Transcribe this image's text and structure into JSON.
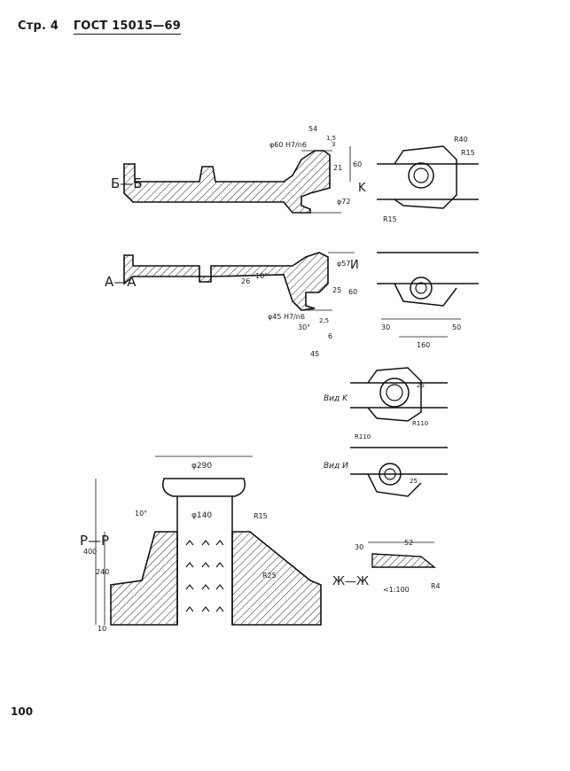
{
  "header": {
    "page_label": "Стр. 4",
    "standard": "ГОСТ 15015—69"
  },
  "page_number": "100",
  "drawing": {
    "section_bb": {
      "title": "Б—Б",
      "dims": [
        "54",
        "φ60 H7/n6",
        "1,5",
        "3",
        "21",
        "60",
        "K",
        "φ72"
      ]
    },
    "section_aa": {
      "title": "А—А",
      "dims": [
        "φ57",
        "И",
        "26",
        "10°",
        "25",
        "60",
        "φ45 H7/n6",
        "30°",
        "2,5",
        "6",
        "45"
      ]
    },
    "plan_top": {
      "dims": [
        "R40",
        "R15",
        "R15"
      ]
    },
    "plan_mid": {
      "dims": [
        "30",
        "50",
        "160"
      ]
    },
    "view_k": {
      "title": "Вид K",
      "dims": [
        "R110",
        "25"
      ]
    },
    "view_i": {
      "title": "Вид И",
      "dims": [
        "R110",
        "25"
      ]
    },
    "section_pp": {
      "title": "P—P",
      "dims": [
        "φ290",
        "φ140",
        "10°",
        "R15",
        "R25",
        "400",
        "240",
        "10"
      ]
    },
    "section_zh": {
      "title": "Ж—Ж",
      "dims": [
        "30",
        "52",
        "<1:100",
        "R4"
      ]
    }
  }
}
